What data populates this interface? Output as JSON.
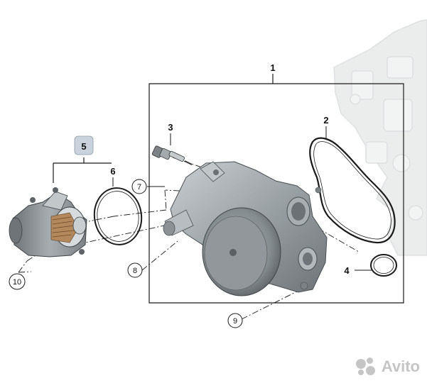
{
  "callouts": {
    "c1": "1",
    "c2": "2",
    "c3": "3",
    "c4": "4",
    "c5": "5",
    "c6": "6",
    "c7": "7",
    "c8": "8",
    "c9": "9",
    "c10": "10"
  },
  "watermark": {
    "text": "Avito",
    "icon": "avito-logo-dots"
  },
  "colors": {
    "line": "#1a1a1a",
    "part_gray": "#8c9398",
    "highlight_box": "#c9d3dd",
    "background": "#ffffff"
  }
}
